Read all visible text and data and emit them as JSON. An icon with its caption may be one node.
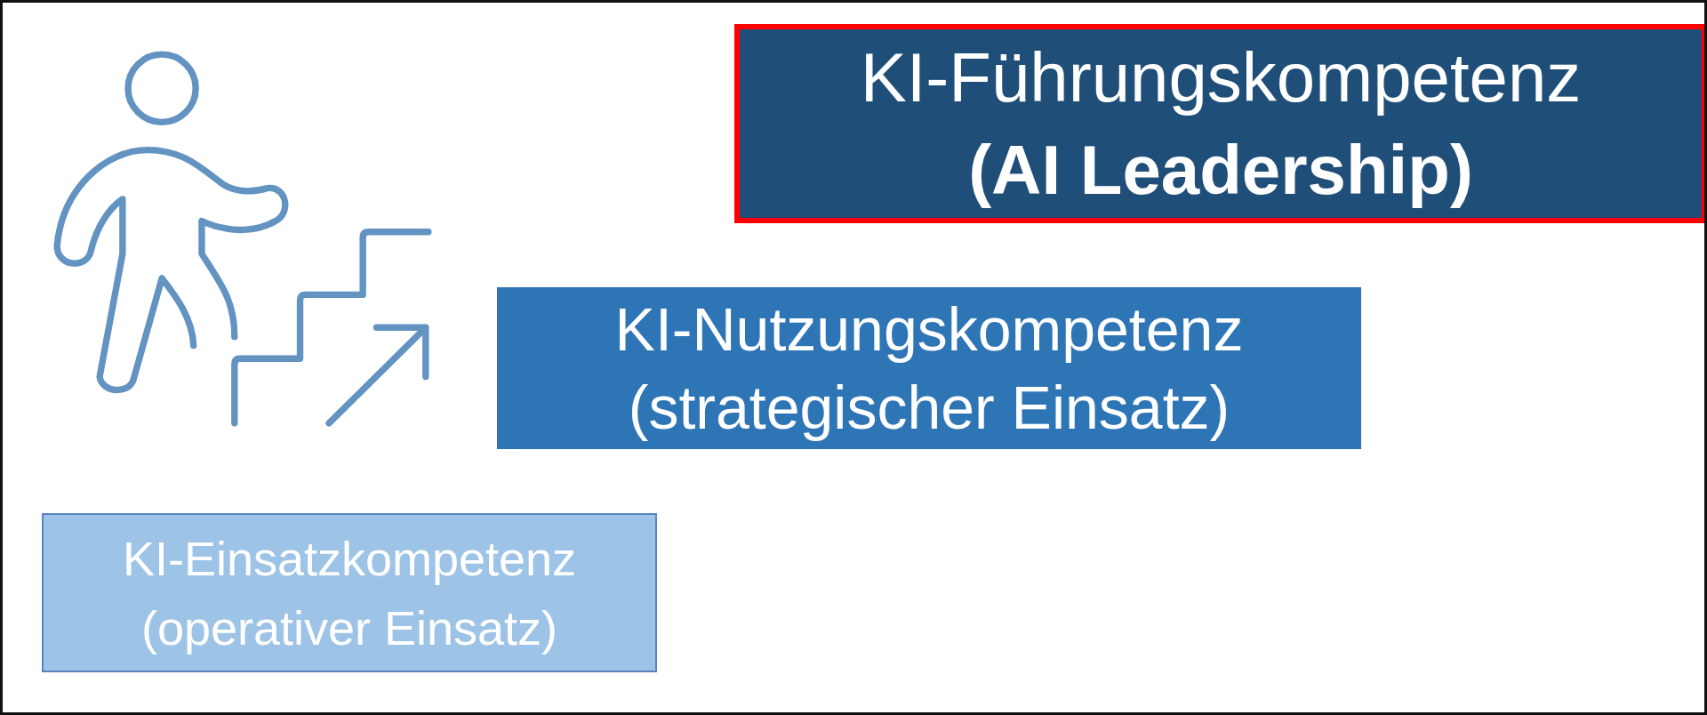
{
  "diagram": {
    "nodes": [
      {
        "text": [
          "KI-Führungskompetenz",
          "(AI Leadership)"
        ]
      },
      {
        "text": [
          "KI-Nutzungskompetenz",
          "(strategischer Einsatz)"
        ]
      },
      {
        "text": [
          "KI-Einsatzkompetenz",
          "(operativer Einsatz)"
        ]
      }
    ]
  }
}
